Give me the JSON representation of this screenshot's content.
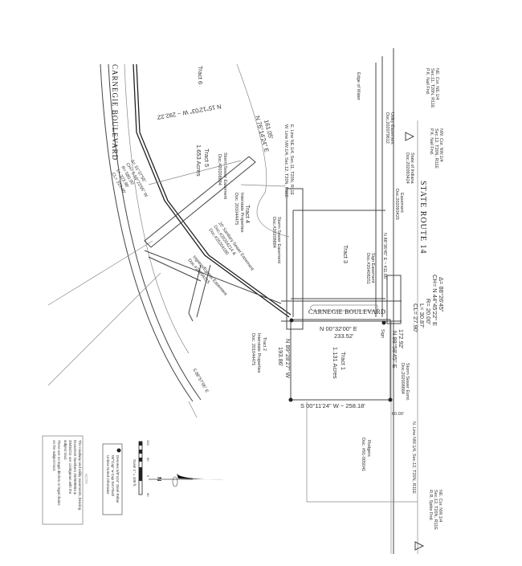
{
  "roads": {
    "state_route": "STATE ROUTE 14",
    "carnegie_left": "CARNEGIE BOULEVARD",
    "carnegie_center": "CARNEGIE BOULEVARD"
  },
  "curve_right": {
    "delta": "Δ= 88°26'45\"",
    "chord": "CH= N 44°45'22\" E",
    "radius": "R= 20.00'",
    "length": "L= 30.87'",
    "cl": "CL= 27.90'"
  },
  "curve_left": {
    "delta": "Δ= 31°37'55\"",
    "chord": "CH= S 65°23'55\" W",
    "radius": "R= 580.00'",
    "length": "L= 323.98'",
    "cl": "CL= 319.90'"
  },
  "corners": {
    "nw_cor": [
      "NE. Cor. NE.1/4",
      "Sec.11, T20N, R11E",
      "P.K. Nail Fnd."
    ],
    "nw_cor2": [
      "NW. Cor. NW.1/4",
      "Sec.12, T20N, R11E",
      "P.K. Nail Fnd."
    ],
    "ne_cor": [
      "NE. Cor. NW.1/4",
      "Sec.12, T20N, R11E",
      "R.R. Spike Fnd."
    ]
  },
  "section_lines": [
    "E. Line NE.1/4, Sec.11, T20N, R11E",
    "W. Line NW.1/4, Sec.12, T20N, R11E",
    "N. Line NW.1/4, Sec.12, T20N, R11E"
  ],
  "easements": {
    "utility": [
      "Utility Easement",
      "Doc.202079612"
    ],
    "state": [
      "State of Indiana",
      "Doc.202093424"
    ],
    "easement": [
      "Easement",
      "Doc.202093425"
    ],
    "sign": [
      "Sign Easement",
      "Doc.#20408251"
    ],
    "storm": [
      "Storm Sewer Easement",
      "Doc.#20208884"
    ],
    "storm_east": [
      "Storm Sewer Esmt.",
      "Doc.202008884"
    ],
    "sanitary": [
      "20' Sanitary Sewer Easement",
      "Doc.#20204214 &",
      "Doc.#20204180"
    ],
    "ingress": [
      "Ingress/Egress Easement",
      "Doc.#20204215"
    ],
    "storm_left": [
      "Storm Sewer Easement",
      "Doc.#20208884"
    ]
  },
  "edge_of_water": "Edge of Water",
  "sign_label": "Sign",
  "bearings": {
    "route": "N 88°36'45\" E ~ 411.66'",
    "n15": "N 15°12'03\" W ~ 292.22'",
    "n76": "N 76°14'24\" E",
    "d161": "161.05'",
    "n00": "N 00°32'00\" E",
    "d233": "233.52'",
    "n89": "N 89°28'27\" W",
    "d193": "193.86'",
    "n88": "N 88°58'45\" E",
    "d172": "172.92'",
    "s00": "S 00°11'24\" W ~ 258.18'",
    "d60": "60.00'",
    "lower_left": "S 88°57'06\" E"
  },
  "tracts": {
    "t1": [
      "Tract 1",
      "1.131 Acres"
    ],
    "t2": [
      "Tract 2",
      "Interstate Properties",
      "Doc. 201044475"
    ],
    "t3": "Tract 3",
    "t4": [
      "Tract 4",
      "Interstate Properties",
      "Doc. 201044475"
    ],
    "t5": [
      "Tract 5",
      "1.653 Acres"
    ],
    "t6": "Tract 6",
    "rodgers": [
      "Rodgers",
      "Doc. #91-005041"
    ]
  },
  "legend": {
    "marker_text": [
      "Denotes 5/8\"x24\" Steel Rebar",
      "W/\"Cap\" w Cap Set Flush",
      "Unless Noted Otherwise"
    ],
    "scale": "Scale 1\" = 100 ft.",
    "scale_ticks": [
      "100",
      "50",
      "0",
      "50"
    ],
    "north": "N"
  },
  "note": {
    "title": "NOTE:",
    "lines": [
      "The roadway and utility easements, bearing",
      "Document Numbers 202008884 &",
      "20404211 are contiguous with the",
      "subject tract.",
      "There are no legal ditches or legal drains",
      "on the subject tract."
    ]
  }
}
